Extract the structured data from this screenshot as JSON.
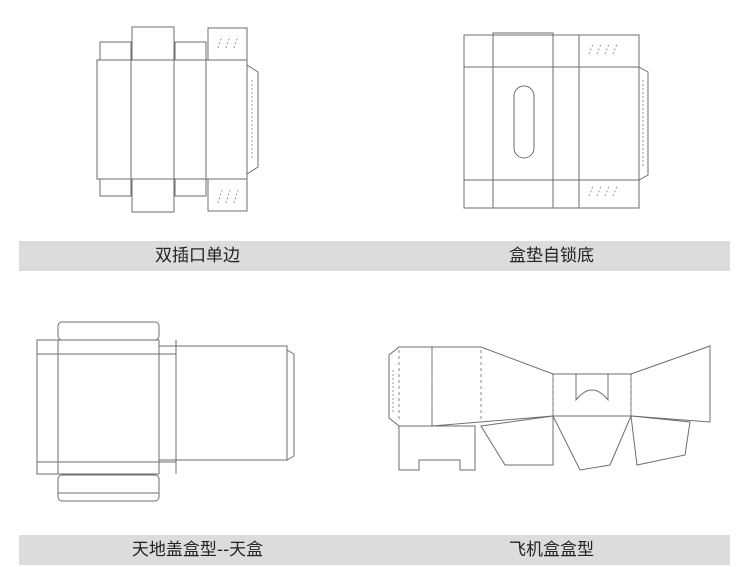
{
  "captions": {
    "top_left": "双插口单边",
    "top_right": "盒垫自锁底",
    "bottom_left": "天地盖盒型--天盒",
    "bottom_right": "飞机盒盒型"
  }
}
